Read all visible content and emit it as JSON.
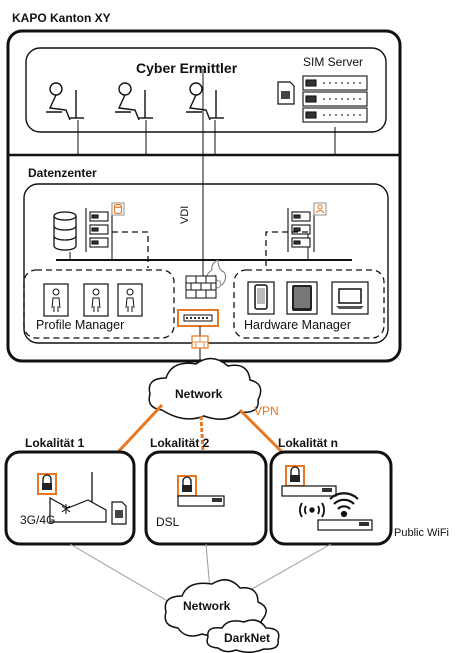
{
  "title": "KAPO Kanton XY",
  "cyber": {
    "label": "Cyber Ermittler",
    "sim_label": "SIM Server"
  },
  "datacenter": {
    "label": "Datenzenter",
    "vdi_label": "VDI",
    "profile_manager": "Profile Manager",
    "hardware_manager": "Hardware Manager"
  },
  "network_top": "Network",
  "vpn_label": "VPN",
  "locations": [
    {
      "name": "Lokalität 1",
      "caption": "3G/4G"
    },
    {
      "name": "Lokalität 2",
      "caption": "DSL"
    },
    {
      "name": "Lokalität n",
      "caption": "Public WiFi"
    }
  ],
  "network_bottom": "Network",
  "darknet": "DarkNet",
  "colors": {
    "line": "#111111",
    "accent": "#e87722",
    "fill": "#ffffff",
    "grey": "#d9d9d9"
  }
}
